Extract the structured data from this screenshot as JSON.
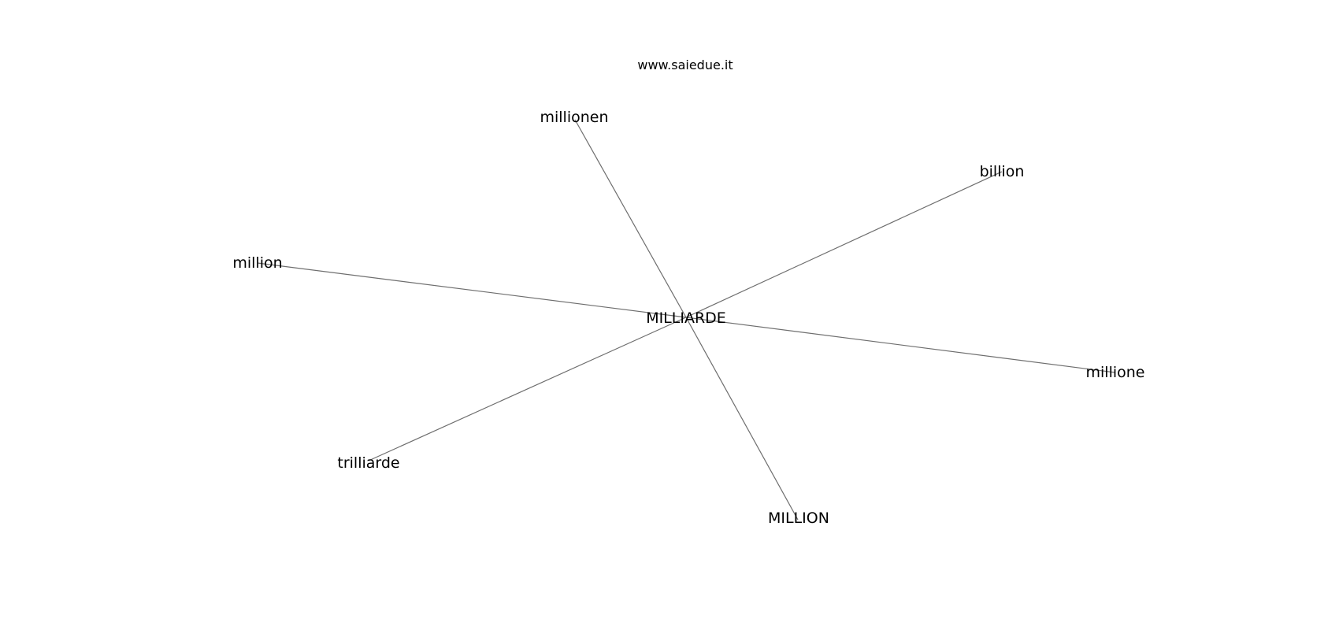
{
  "title": "www.saiedue.it",
  "center": {
    "id": "center",
    "label": "MILLIARDE"
  },
  "nodes": [
    {
      "id": "millionen",
      "label": "millionen"
    },
    {
      "id": "billion",
      "label": "billion"
    },
    {
      "id": "million",
      "label": "million"
    },
    {
      "id": "millione",
      "label": "millione"
    },
    {
      "id": "trilliarde",
      "label": "trilliarde"
    },
    {
      "id": "MILLION",
      "label": "MILLION"
    }
  ],
  "edges": [
    [
      "center",
      "millionen"
    ],
    [
      "center",
      "billion"
    ],
    [
      "center",
      "million"
    ],
    [
      "center",
      "millione"
    ],
    [
      "center",
      "trilliarde"
    ],
    [
      "center",
      "MILLION"
    ]
  ],
  "colors": {
    "edge": "#6e6e6e",
    "text": "#000000",
    "background": "#ffffff"
  }
}
